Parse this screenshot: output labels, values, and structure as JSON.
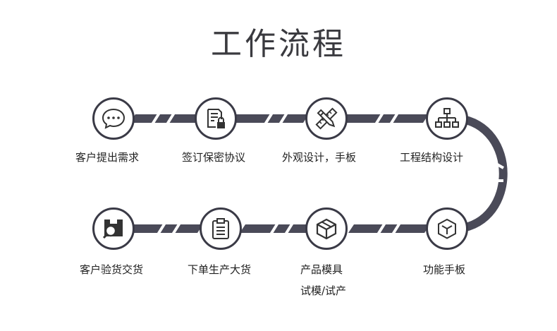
{
  "title": "工作流程",
  "accent_color": "#3a3a46",
  "steps": [
    {
      "label": "客户提出需求",
      "icon": "chat-bubble-icon"
    },
    {
      "label": "签订保密协议",
      "icon": "document-lock-icon"
    },
    {
      "label": "外观设计，手板",
      "icon": "pencil-ruler-icon"
    },
    {
      "label": "工程结构设计",
      "icon": "hierarchy-icon"
    },
    {
      "label": "功能手板",
      "icon": "cube-icon"
    },
    {
      "label": "产品模具",
      "sublabel": "试模/试产",
      "icon": "box-3d-icon"
    },
    {
      "label": "下单生产大货",
      "icon": "clipboard-icon"
    },
    {
      "label": "客户验货交货",
      "icon": "package-search-icon"
    }
  ]
}
